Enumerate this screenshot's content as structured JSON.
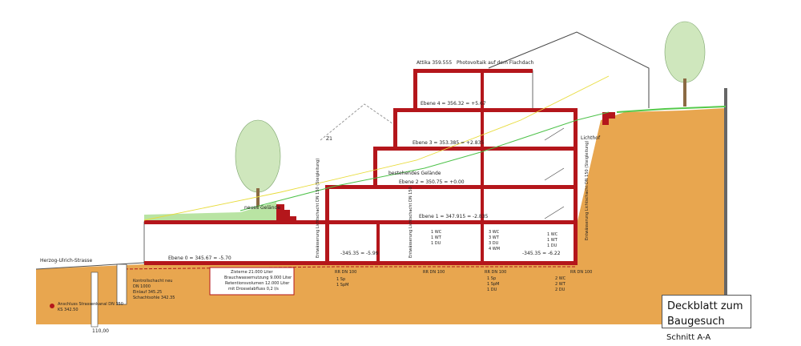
{
  "title": {
    "line1": "Deckblatt zum",
    "line2": "Baugesuch"
  },
  "section_label": "Schnitt A-A",
  "attika_label": "Attika 359.555",
  "photovoltaik_label": "Photovoltaik auf dem Flachdach",
  "levels": [
    {
      "id": "e4",
      "label": "Ebene 4 = 356.32 = +5.67"
    },
    {
      "id": "e3",
      "label": "Ebene 3 = 353.385 = +2.835"
    },
    {
      "id": "e2",
      "label": "Ebene 2 = 350.75 = +0.00"
    },
    {
      "id": "e1",
      "label": "Ebene 1 = 347.915 = -2.835"
    },
    {
      "id": "e0",
      "label": "Ebene 0 = 345.67 = -5.70"
    }
  ],
  "labels": {
    "neues_gelaende": "neues Gelände",
    "bestehendes_gelaende": "bestehendes Gelände",
    "lichthof": "Lichthof",
    "strasse": "Herzog-Ulrich-Strasse",
    "z1": "Z1",
    "lower_level_value": "-345.35 = -5.99",
    "lower_level_value2": "-345.35 = -6.22",
    "ground_ref": "110,00"
  },
  "zisterne": {
    "lines": [
      "Zisterne 21.000 Liter",
      "Brauchwassernutzung 9.000 Liter",
      "Retentionsvolumen 12.000 Liter",
      "mit Drosselabfluss 0,2 l/s"
    ]
  },
  "kontrollschacht": {
    "lines": [
      "Kontrollschacht neu",
      "DN 1000",
      "Einlauf 345.25",
      "Schachtsohle 342.35"
    ]
  },
  "anschluss": {
    "lines": [
      "Anschluss Strassenkanal DN 350",
      "KS 342.50"
    ]
  },
  "entwaesserung": {
    "left": "Entwässerung Lichtschacht DN 150 (Steigleitung)",
    "mid": "Entwässerung Lichtschacht DN 150",
    "right": "Entwässerung Lichtschacht DN 150 (Steigleitung)"
  },
  "pipes": {
    "a": "RR DN 100",
    "b": "RR DN 100",
    "c": "RR DN 100",
    "d": "RR DN 100"
  },
  "fixtures": {
    "g1": [
      "1 WC",
      "1 WT",
      "1 DU"
    ],
    "g2": [
      "3 WC",
      "3 WT",
      "3 DU",
      "4 WM"
    ],
    "g3": [
      "1 WC",
      "1 WT",
      "1 DU"
    ],
    "g4": [
      "1 Sp",
      "1 SpM"
    ],
    "g5": [
      "1 Sp",
      "1 SpM",
      "1 DU"
    ],
    "g6": [
      "2 WC",
      "2 WT",
      "2 DU"
    ]
  },
  "colors": {
    "earth": "#e8a64f",
    "slab": "#b4161b",
    "roof_green": "#b9e4a3",
    "tree": "#c8e3b4"
  }
}
